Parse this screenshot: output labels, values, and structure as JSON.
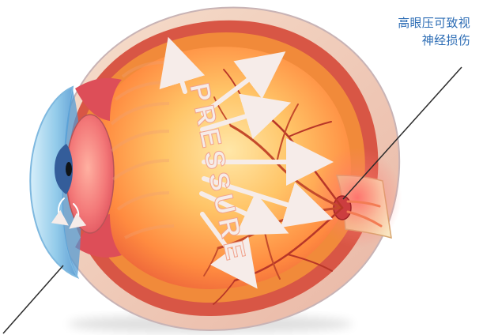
{
  "annotation": {
    "line1": "高眼压可致视",
    "line2": "神经损伤"
  },
  "illustration": {
    "pressure_text": "PRESSURE",
    "colors": {
      "sclera": "#f1d5c0",
      "retina": "#f18a3a",
      "vitreous_center": "#ffe09a",
      "lens": "#f57070",
      "cornea": "#73b7e7",
      "nerve": "#f3d19a",
      "glow": "#ff6b68",
      "arrow": "#f6ece9",
      "label": "#2d6db5"
    }
  }
}
